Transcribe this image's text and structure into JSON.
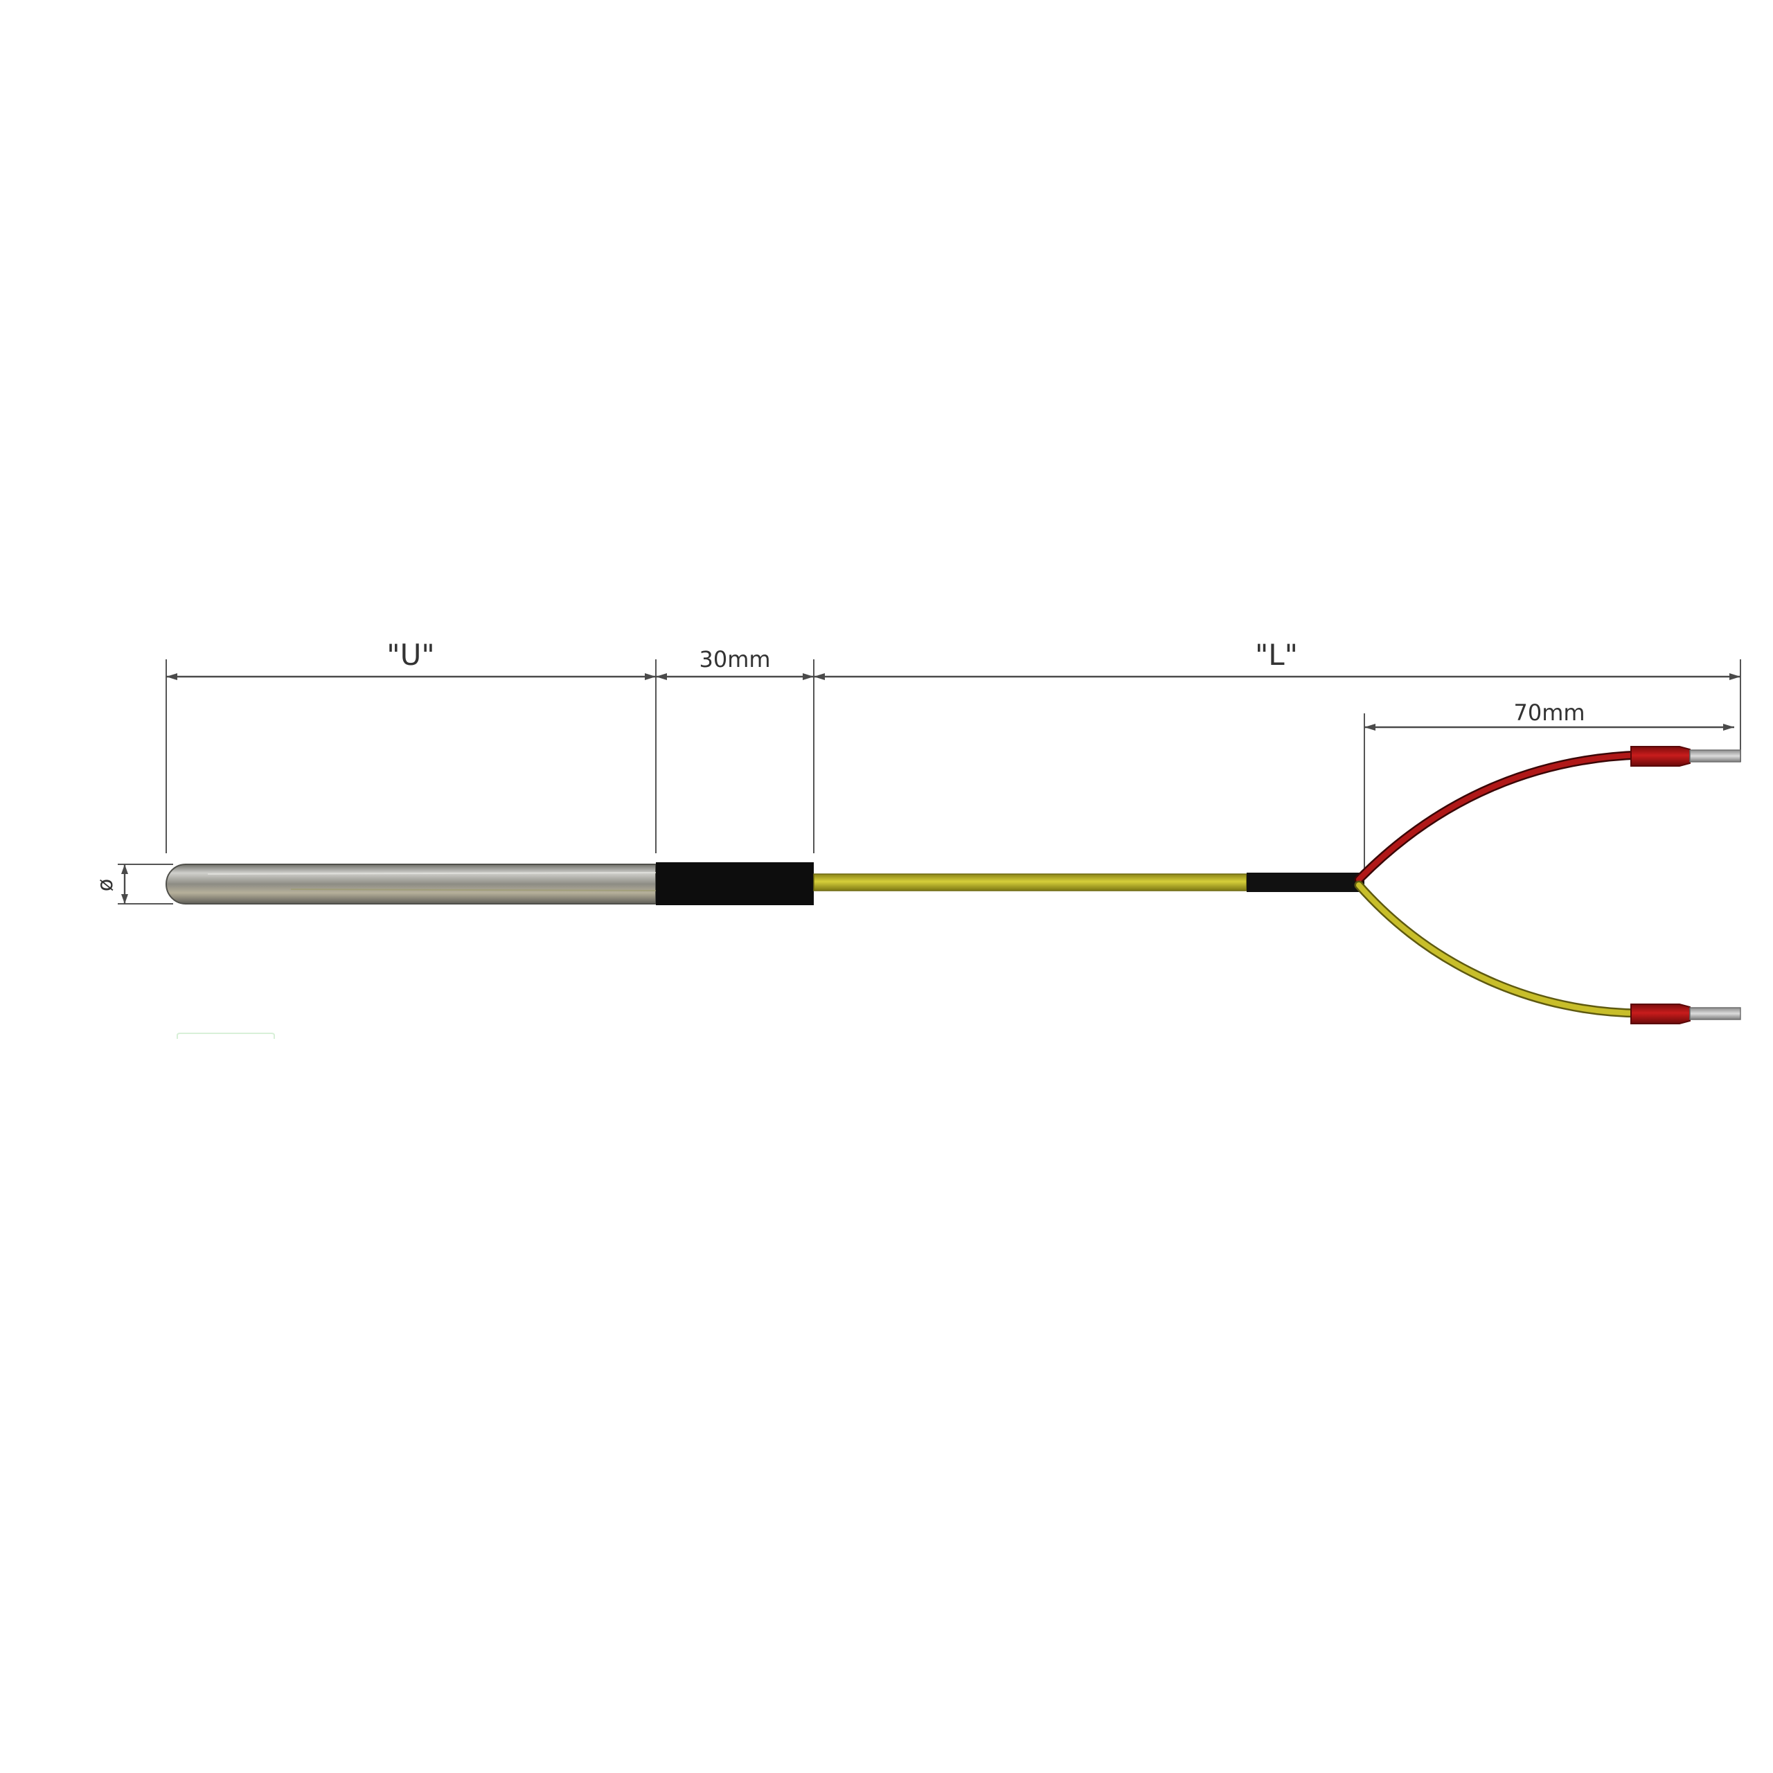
{
  "dimensions": {
    "u_label": "\"U\"",
    "collar_label": "30mm",
    "l_label": "\"L\"",
    "lead_label": "70mm",
    "diameter_label": "ø"
  },
  "colors": {
    "sheath": "#a8aaa0",
    "collar": "#0d0d0d",
    "cable": "#c8c030",
    "split_sleeve": "#111111",
    "red_wire": "#b01818",
    "yellow_wire": "#c8be2a",
    "ferrule": "#b41414",
    "bare_wire": "#b8b8b8",
    "dimension_line": "#4a4a4a"
  }
}
